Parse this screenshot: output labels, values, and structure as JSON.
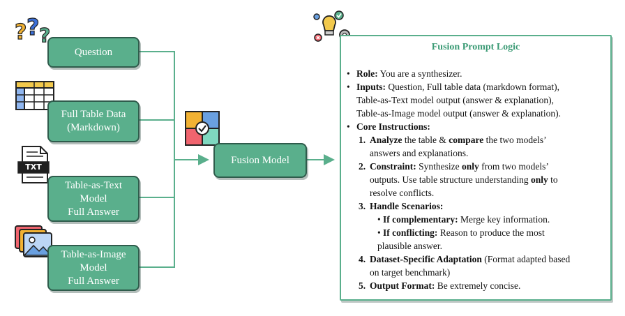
{
  "nodes": {
    "question": "Question",
    "full_table": "Full Table Data\n(Markdown)",
    "table_text": "Table-as-Text\nModel\nFull Answer",
    "table_image": "Table-as-Image\nModel\nFull Answer",
    "fusion": "Fusion Model"
  },
  "icons": {
    "question": "question-marks-icon",
    "table": "spreadsheet-icon",
    "txt": "txt-file-icon",
    "txt_label": "TXT",
    "image": "image-stack-icon",
    "puzzle": "puzzle-check-icon",
    "logic": "lightbulb-gear-icon"
  },
  "colors": {
    "node_fill": "#5aaf8c",
    "node_border": "#2f5c4c",
    "accent": "#3a9a74",
    "line": "#5aaf8c"
  },
  "panel": {
    "title": "Fusion Prompt Logic",
    "role_label": "Role:",
    "role_text": " You are a synthesizer.",
    "inputs_label": "Inputs:",
    "inputs_text_1": " Question, Full table data (markdown format),",
    "inputs_text_2": "Table-as-Text model output (answer & explanation),",
    "inputs_text_3": "Table-as-Image model output (answer & explanation).",
    "core_label": "Core Instructions:",
    "c1_num": "1.",
    "c1_a": "Analyze",
    "c1_b": " the table & ",
    "c1_c": "compare",
    "c1_d": " the two models’",
    "c1_e": "answers and explanations.",
    "c2_num": "2.",
    "c2_a": "Constraint:",
    "c2_b": " Synthesize ",
    "c2_c": "only",
    "c2_d": " from two models’",
    "c2_e": "outputs. Use table structure understanding ",
    "c2_f": "only",
    "c2_g": " to",
    "c2_h": "resolve conflicts.",
    "c3_num": "3.",
    "c3_a": "Handle Scenarios:",
    "s1_a": "If complementary:",
    "s1_b": " Merge key information.",
    "s2_a": "If conflicting:",
    "s2_b": " Reason to produce the most",
    "s2_c": "plausible answer.",
    "c4_num": "4.",
    "c4_a": "Dataset-Specific Adaptation",
    "c4_b": " (Format adapted based",
    "c4_c": "on target benchmark)",
    "c5_num": "5.",
    "c5_a": "Output Format:",
    "c5_b": " Be extremely concise."
  }
}
